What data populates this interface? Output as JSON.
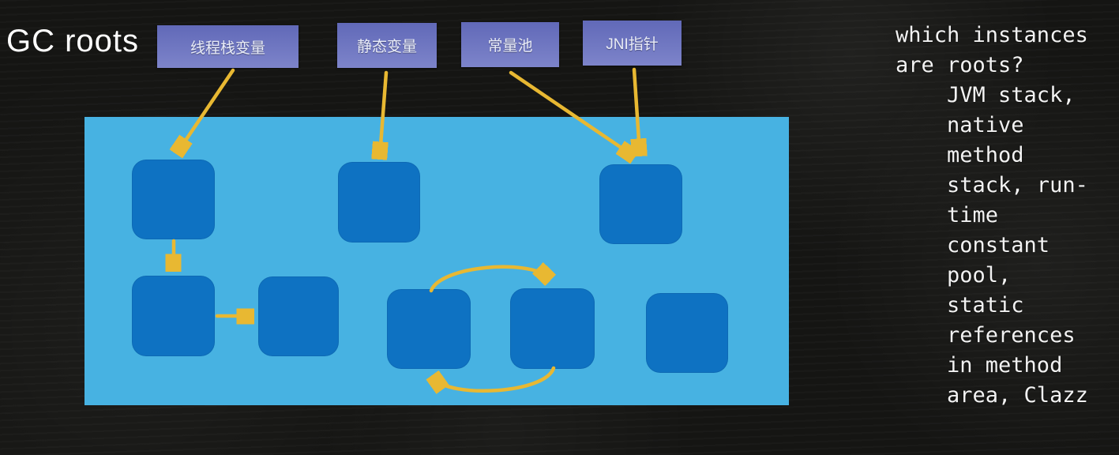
{
  "title": "GC roots",
  "roots": [
    {
      "id": "thread-stack-vars",
      "label": "线程栈变量"
    },
    {
      "id": "static-vars",
      "label": "静态变量"
    },
    {
      "id": "constant-pool",
      "label": "常量池"
    },
    {
      "id": "jni-pointer",
      "label": "JNI指针"
    }
  ],
  "diagram": {
    "heap_objects": [
      "t1",
      "t2",
      "t3",
      "b1",
      "b2",
      "b3",
      "b4",
      "b5"
    ],
    "edges": [
      {
        "from": "线程栈变量",
        "to": "t1"
      },
      {
        "from": "静态变量",
        "to": "t2"
      },
      {
        "from": "常量池",
        "to": "t3"
      },
      {
        "from": "JNI指针",
        "to": "t3"
      },
      {
        "from": "t1",
        "to": "b1"
      },
      {
        "from": "b1",
        "to": "b2"
      },
      {
        "from": "b3",
        "to": "b4",
        "style": "arc"
      },
      {
        "from": "b4",
        "to": "b3",
        "style": "arc"
      }
    ]
  },
  "notes": {
    "text": "which instances\nare roots?\n    JVM stack,\n    native\n    method\n    stack, run-\n    time\n    constant\n    pool,\n    static\n    references\n    in method\n    area, Clazz"
  },
  "colors": {
    "background": "#151513",
    "root_box": "#6e77c3",
    "heap": "#47b2e2",
    "heap_object": "#0e72c2",
    "arrow": "#e8b832",
    "text": "#ffffff"
  }
}
